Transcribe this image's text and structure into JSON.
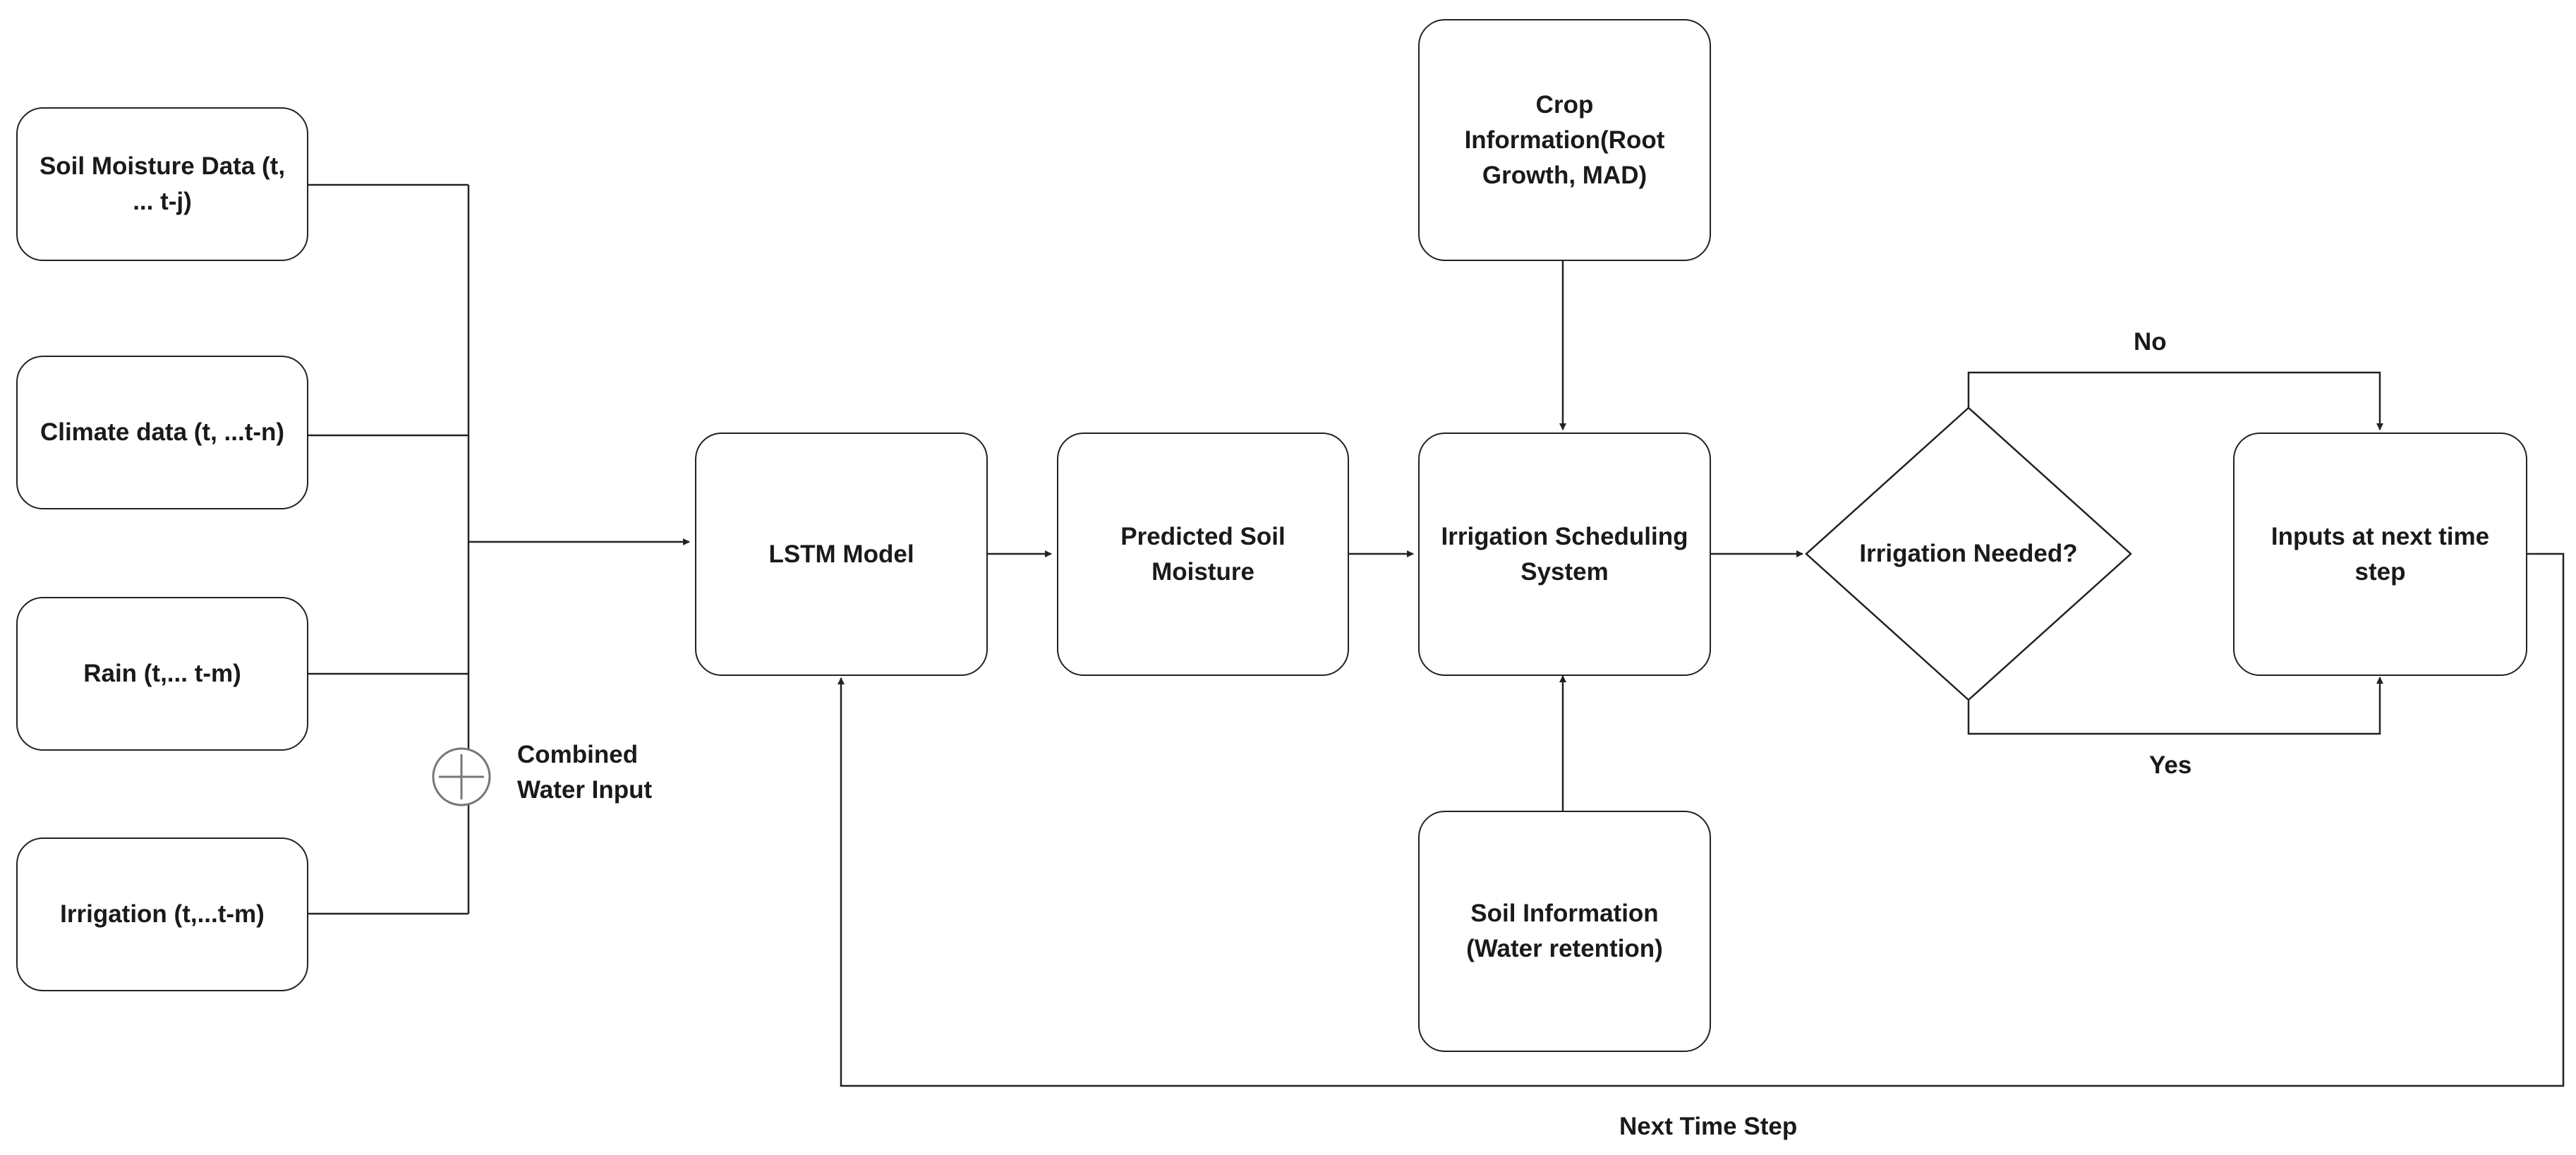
{
  "nodes": {
    "soil_moisture": "Soil Moisture Data (t, ... t-j)",
    "climate": "Climate data (t, ...t-n)",
    "rain": "Rain (t,... t-m)",
    "irrigation_input": "Irrigation (t,...t-m)",
    "lstm": "LSTM Model",
    "predicted": "Predicted Soil Moisture",
    "crop": "Crop Information(Root Growth, MAD)",
    "scheduling": "Irrigation Scheduling System",
    "soil_info": "Soil Information (Water retention)",
    "decision": "Irrigation Needed?",
    "next_inputs": "Inputs at next time step"
  },
  "labels": {
    "combined": "Combined Water Input",
    "no": "No",
    "yes": "Yes",
    "next_step": "Next Time Step"
  },
  "colors": {
    "stroke": "#222222",
    "text": "#1a1a1a",
    "fill": "#ffffff"
  },
  "icons": {
    "sum": "circled-plus-icon"
  }
}
